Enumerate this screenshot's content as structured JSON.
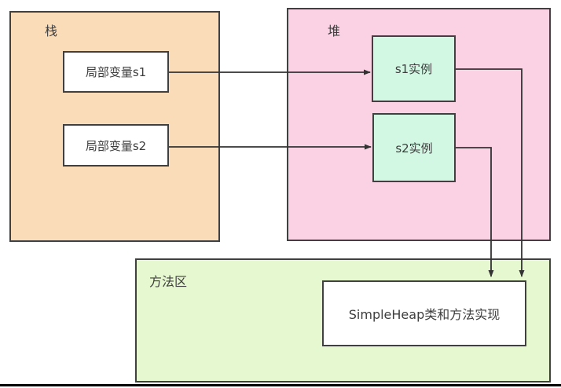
{
  "diagram": {
    "stack": {
      "label": "栈",
      "items": [
        {
          "label": "局部变量s1"
        },
        {
          "label": "局部变量s2"
        }
      ]
    },
    "heap": {
      "label": "堆",
      "items": [
        {
          "label": "s1实例"
        },
        {
          "label": "s2实例"
        }
      ]
    },
    "method_area": {
      "label": "方法区",
      "items": [
        {
          "label": "SimpleHeap类和方法实现"
        }
      ]
    },
    "edges": [
      {
        "from": "局部变量s1",
        "to": "s1实例"
      },
      {
        "from": "局部变量s2",
        "to": "s2实例"
      },
      {
        "from": "s1实例",
        "to": "SimpleHeap类和方法实现"
      },
      {
        "from": "s2实例",
        "to": "SimpleHeap类和方法实现"
      }
    ]
  },
  "colors": {
    "stack_bg": "#fadcb9",
    "heap_bg": "#fbd2e3",
    "instance_bg": "#d2f7e3",
    "method_bg": "#e6f8d0",
    "box_border": "#404040",
    "arrow": "#333333",
    "text": "#3d3d3d",
    "page_line": "#000000"
  }
}
